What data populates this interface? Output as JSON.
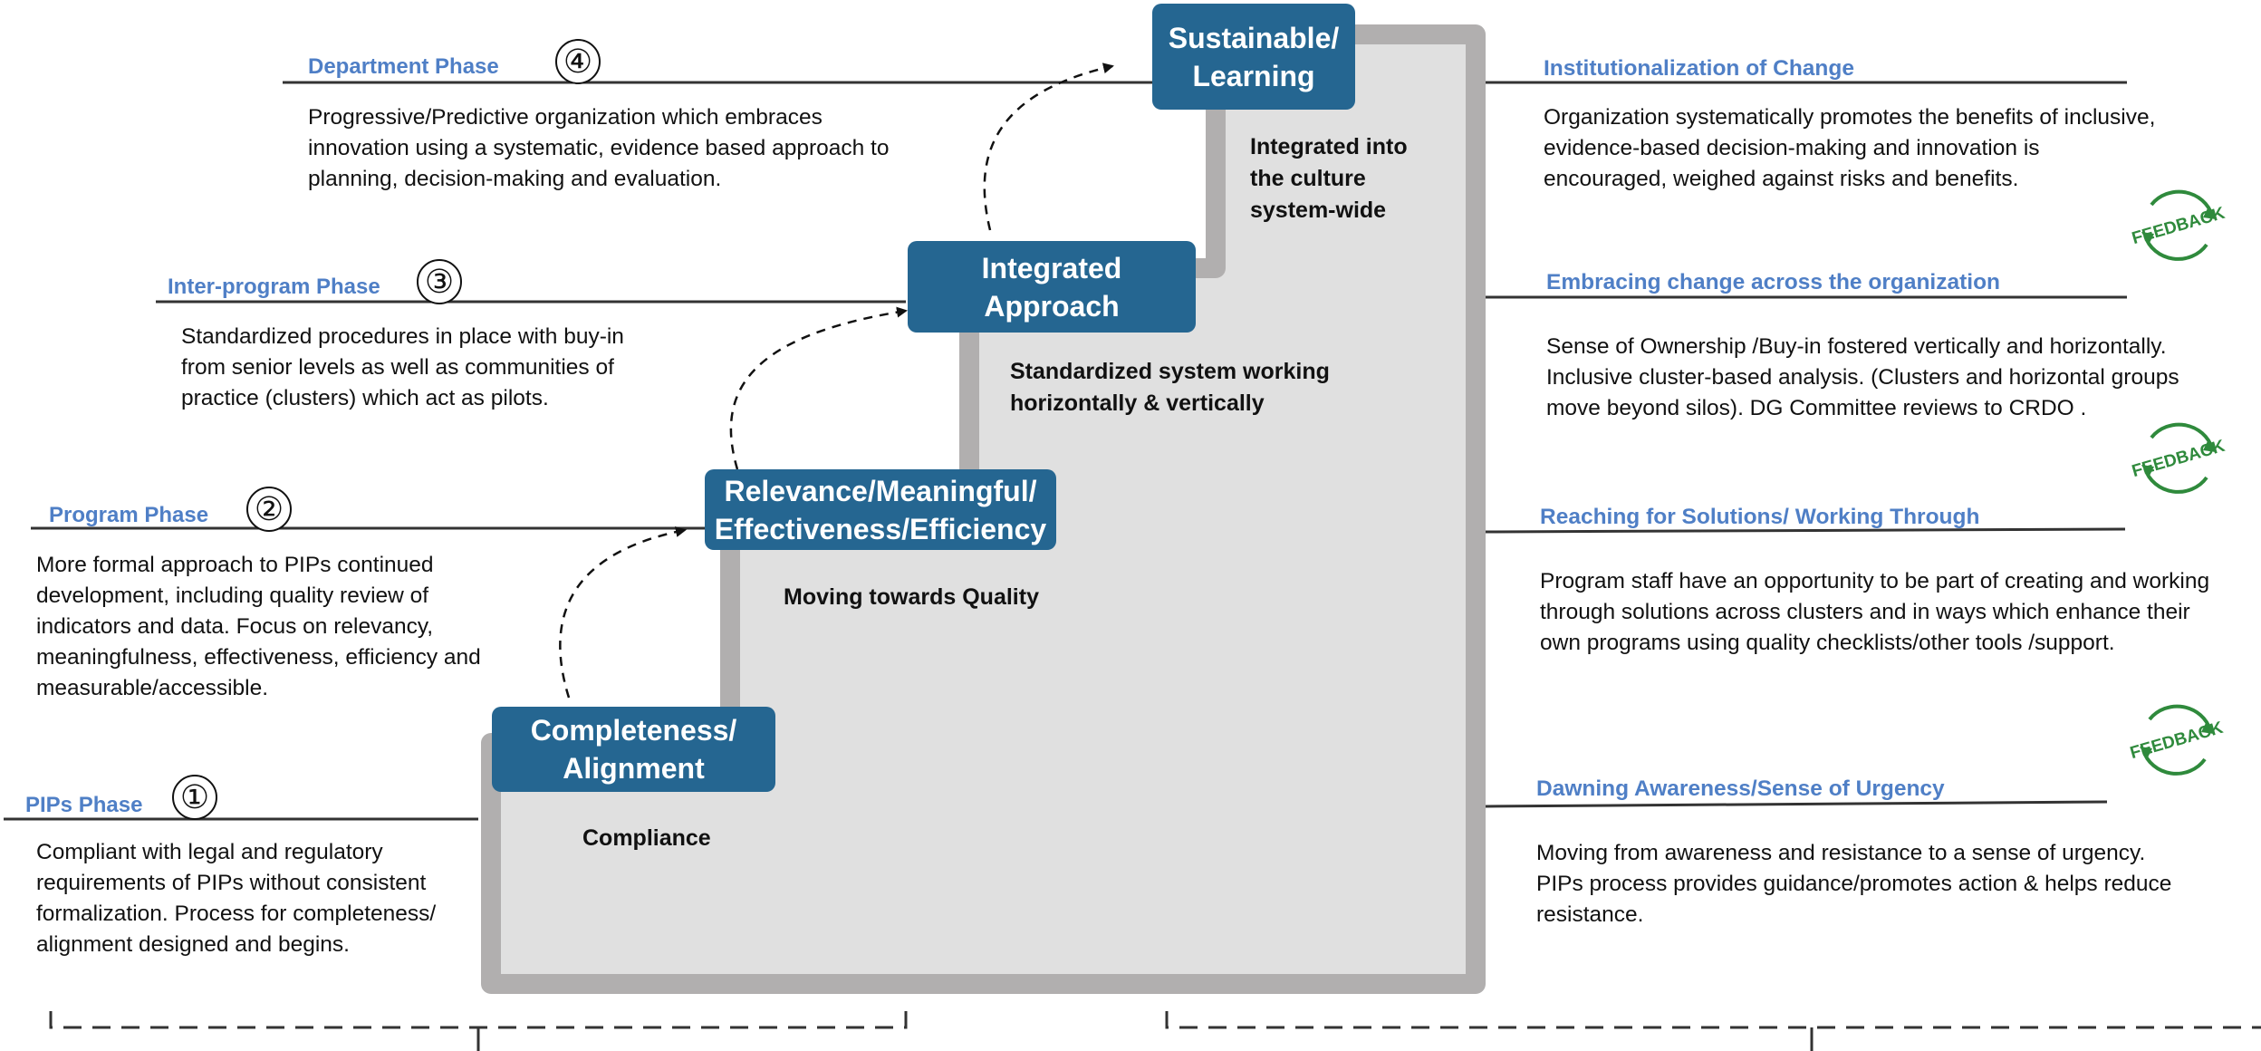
{
  "phases": [
    {
      "num": "④",
      "title": "Department Phase",
      "desc": "Progressive/Predictive organization which embraces innovation using a systematic, evidence based approach to planning, decision-making and evaluation."
    },
    {
      "num": "③",
      "title": "Inter-program Phase",
      "desc": "Standardized procedures in place with buy-in from  senior levels  as well as communities of practice (clusters) which act as pilots."
    },
    {
      "num": "②",
      "title": "Program Phase",
      "desc": "More formal approach to PIPs continued development, including  quality review of indicators  and data. Focus on relevancy, meaningfulness, effectiveness, efficiency and measurable/accessible."
    },
    {
      "num": "①",
      "title": "PIPs Phase",
      "desc": "Compliant with legal and regulatory requirements  of PIPs without consistent formalization. Process for completeness/ alignment designed and begins."
    }
  ],
  "stages": [
    {
      "label": "Sustainable/\nLearning",
      "note": "Integrated into\nthe culture\nsystem-wide"
    },
    {
      "label": "Integrated\nApproach",
      "note": "Standardized system working\nhorizontally  & vertically"
    },
    {
      "label": "Relevance/Meaningful/\nEffectiveness/Efficiency",
      "note": "Moving towards Quality"
    },
    {
      "label": "Completeness/\nAlignment",
      "note": "Compliance"
    }
  ],
  "change_stages": [
    {
      "title": "Institutionalization of Change",
      "desc": "Organization systematically promotes the benefits of inclusive, evidence-based decision-making and  innovation is encouraged, weighed against risks and benefits."
    },
    {
      "title": "Embracing change across the organization",
      "desc": "Sense of Ownership /Buy-in  fostered vertically and horizontally.  Inclusive cluster-based analysis. (Clusters and horizontal groups move beyond silos).  DG Committee reviews to CRDO ."
    },
    {
      "title": "Reaching for Solutions/ Working Through",
      "desc": "Program staff have an opportunity to be part of creating and working through solutions across clusters and in ways which enhance their own programs  using  quality checklists/other tools /support."
    },
    {
      "title": "Dawning Awareness/Sense of Urgency",
      "desc": "Moving from awareness  and resistance to a sense of urgency. PIPs process provides guidance/promotes action & helps reduce resistance."
    }
  ],
  "feedback_label": "FEEDBACK",
  "colors": {
    "stage_box": "#256691",
    "title_blue": "#4f7fc6",
    "staircase_fill": "#e0e0e0",
    "staircase_border": "#b1afaf",
    "feedback_green": "#2f8a3c"
  }
}
